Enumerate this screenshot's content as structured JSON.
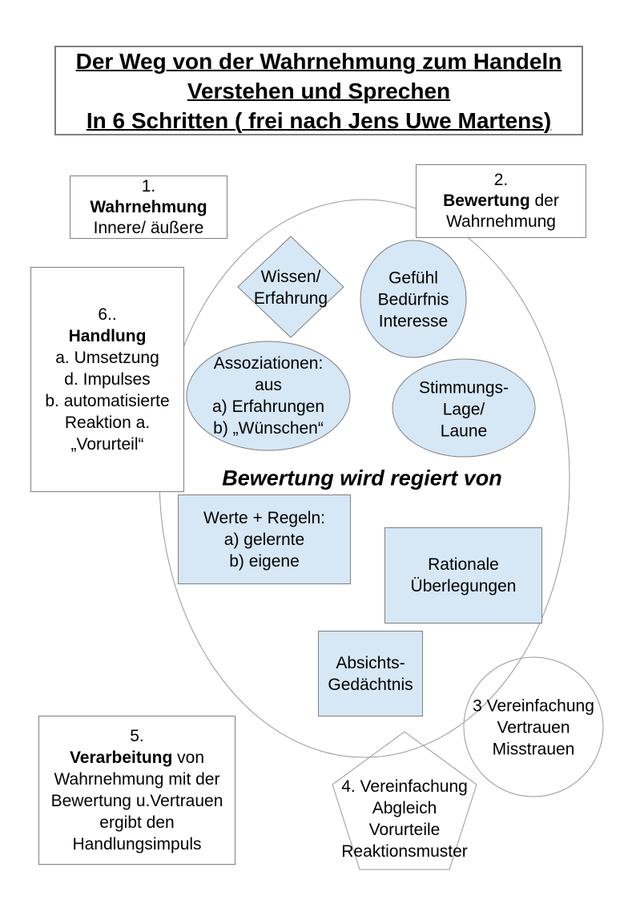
{
  "colors": {
    "background": "#ffffff",
    "shape_fill": "#d6e7f6",
    "shape_border": "#808080",
    "outline_border": "#999999",
    "text": "#000000"
  },
  "title": {
    "line1": "Der Weg von der Wahrnehmung zum Handeln",
    "line2": "Verstehen und Sprechen",
    "line3": "In 6 Schritten ( frei nach Jens Uwe Martens)"
  },
  "boxes": {
    "step1": {
      "line1": "1.",
      "line2_bold": "Wahrnehmung",
      "line3": "Innere/ äußere"
    },
    "step2": {
      "line1": "2.",
      "line2_bold": "Bewertung",
      "line2_rest": " der",
      "line3": "Wahrnehmung"
    },
    "step6": {
      "line1": "6..",
      "line2_bold": "Handlung",
      "line3": "a. Umsetzung",
      "line4": "d. Impulses",
      "line5": "b. automatisierte",
      "line6": "Reaktion a.",
      "line7": "„Vorurteil“"
    },
    "step5": {
      "line1": "5.",
      "line2_bold": "Verarbeitung",
      "line2_rest": " von",
      "line3": "Wahrnehmung mit der",
      "line4": "Bewertung u.Vertrauen",
      "line5": "ergibt den",
      "line6": "Handlungsimpuls"
    }
  },
  "caption": "Bewertung wird regiert von",
  "shapes": {
    "knowledge_diamond": {
      "line1": "Wissen/",
      "line2": "Erfahrung"
    },
    "feeling_ellipse": {
      "line1": "Gefühl",
      "line2": "Bedürfnis",
      "line3": "Interesse"
    },
    "associations_ellipse": {
      "line1": "Assoziationen:",
      "line2": "aus",
      "line3": "a) Erfahrungen",
      "line4": "b) „Wünschen“"
    },
    "mood_ellipse": {
      "line1": "Stimmungs-",
      "line2": "Lage/",
      "line3": "Laune"
    },
    "values_rect": {
      "line1": "Werte + Regeln:",
      "line2": "a) gelernte",
      "line3": "b) eigene"
    },
    "rational_rect": {
      "line1": "Rationale",
      "line2": "Überlegungen"
    },
    "intention_rect": {
      "line1": "Absichts-",
      "line2": "Gedächtnis"
    },
    "trust_circle": {
      "line1": "3 Vereinfachung",
      "line2": "Vertrauen",
      "line3": "Misstrauen"
    },
    "simplification_pentagon": {
      "line1": "4. Vereinfachung",
      "line2": "Abgleich",
      "line3": "Vorurteile",
      "line4": "Reaktionsmuster"
    }
  }
}
